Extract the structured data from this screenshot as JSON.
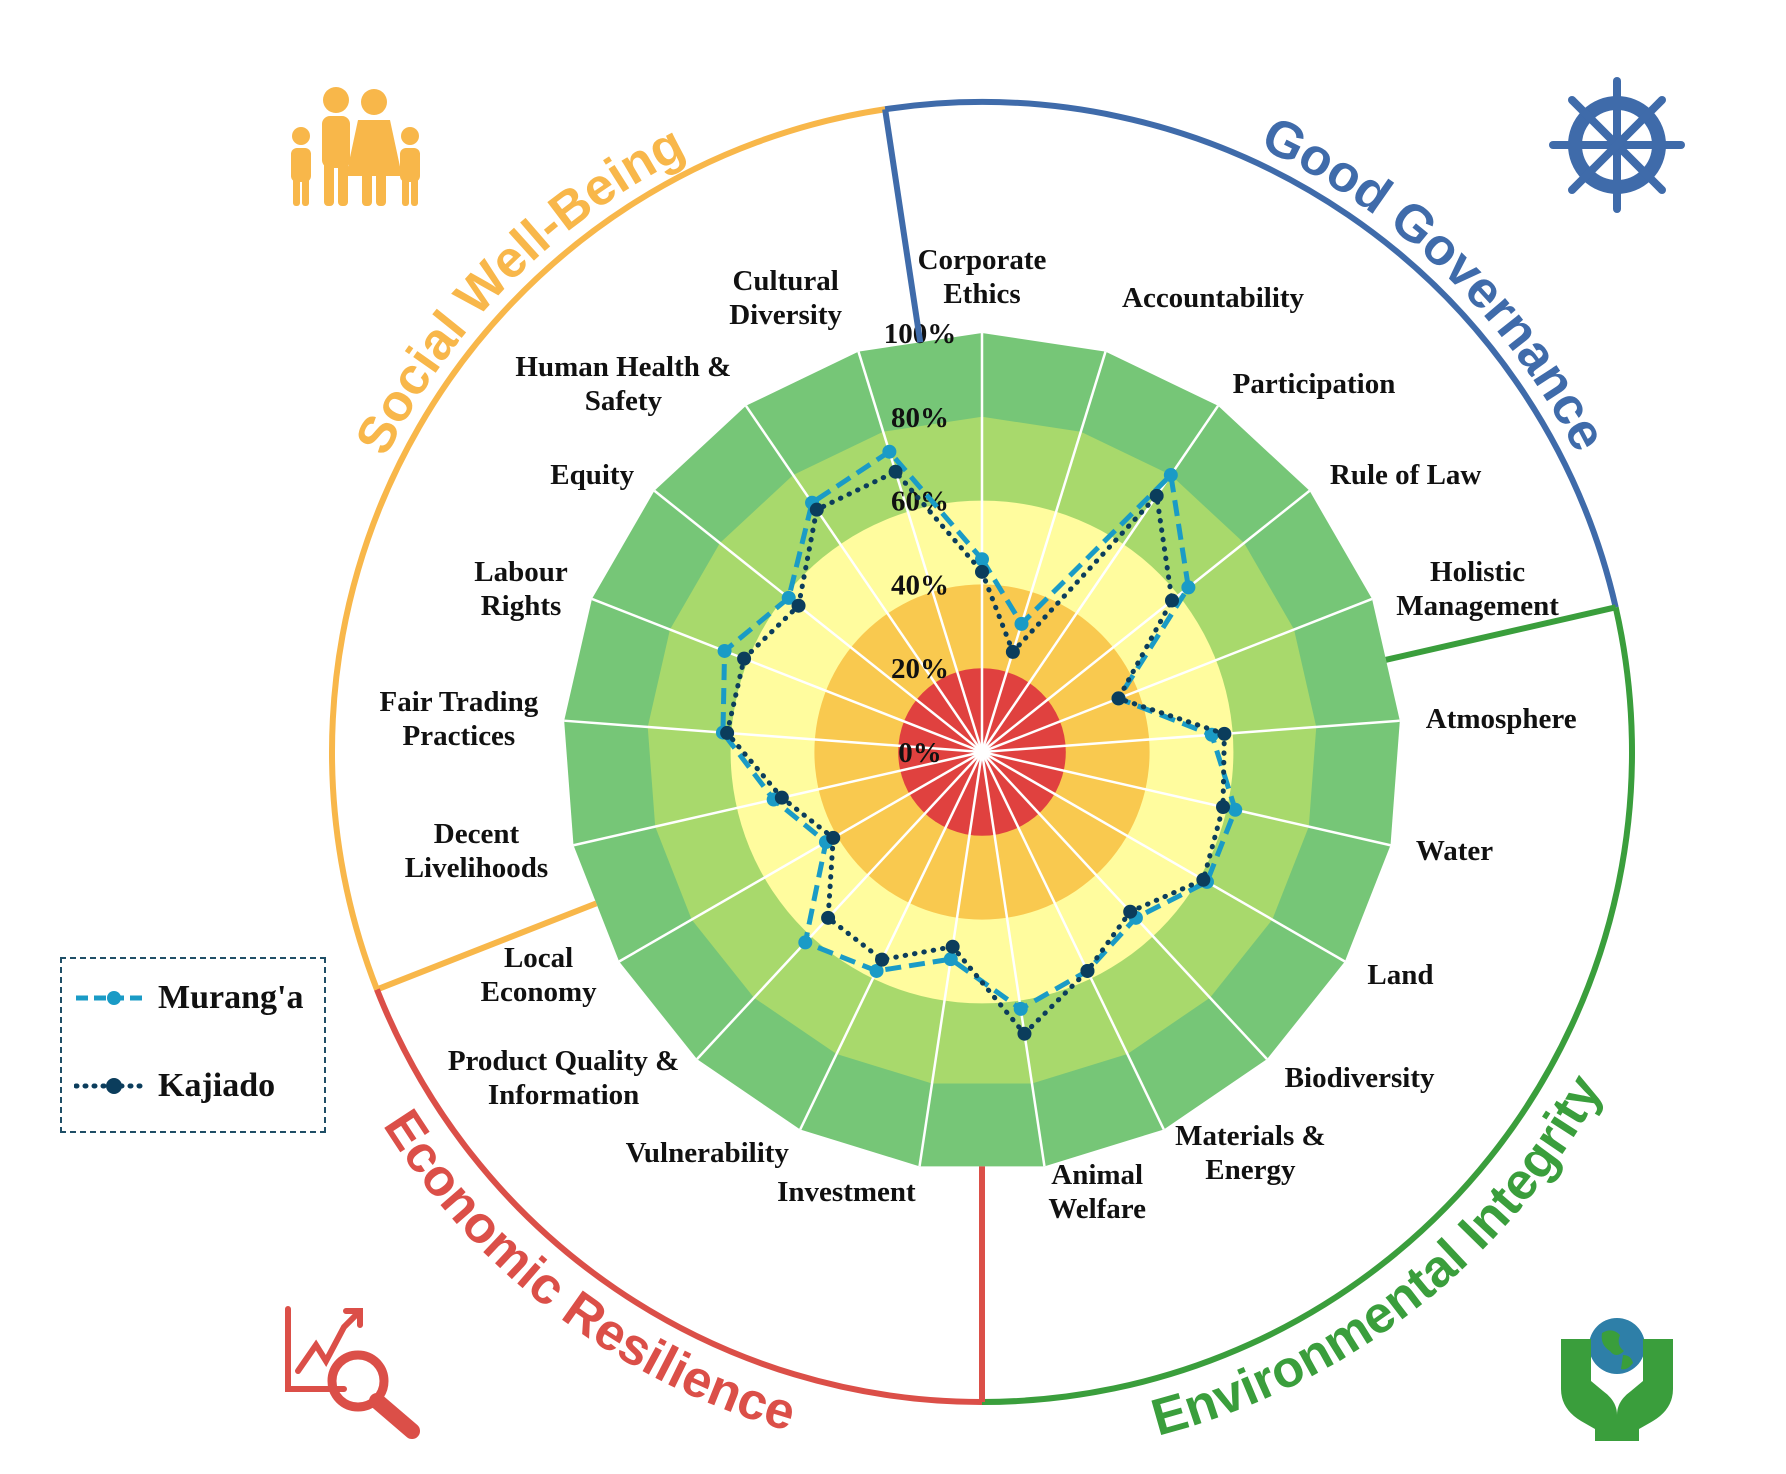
{
  "chart_data": {
    "type": "radar",
    "title": "",
    "rlim": [
      0,
      100
    ],
    "r_ticks": [
      "0%",
      "20%",
      "40%",
      "60%",
      "80%",
      "100%"
    ],
    "band_colors": [
      "#E0413F",
      "#F9C94F",
      "#FFFC9E",
      "#A8D96C",
      "#76C677"
    ],
    "categories": [
      [
        "Corporate",
        "Ethics"
      ],
      [
        "Accountability"
      ],
      [
        "Participation"
      ],
      [
        "Rule of Law"
      ],
      [
        "Holistic",
        "Management"
      ],
      [
        "Atmosphere"
      ],
      [
        "Water"
      ],
      [
        "Land"
      ],
      [
        "Biodiversity"
      ],
      [
        "Materials &",
        "Energy"
      ],
      [
        "Animal",
        "Welfare"
      ],
      [
        "Investment"
      ],
      [
        "Vulnerability"
      ],
      [
        "Product Quality &",
        "Information"
      ],
      [
        "Local",
        "Economy"
      ],
      [
        "Decent",
        "Livelihoods"
      ],
      [
        "Fair Trading",
        "Practices"
      ],
      [
        "Labour",
        "Rights"
      ],
      [
        "Equity"
      ],
      [
        "Human Health &",
        "Safety"
      ],
      [
        "Cultural",
        "Diversity"
      ]
    ],
    "series": [
      {
        "name": "Murang'a",
        "color": "#1A9BC6",
        "style": "dashed",
        "values": [
          46,
          32,
          80,
          63,
          35,
          55,
          62,
          62,
          54,
          58,
          62,
          50,
          58,
          62,
          43,
          51,
          62,
          66,
          59,
          72,
          75
        ]
      },
      {
        "name": "Kajiado",
        "color": "#0B3D5C",
        "style": "dotted",
        "values": [
          43,
          25,
          74,
          58,
          35,
          58,
          59,
          61,
          52,
          58,
          68,
          47,
          55,
          54,
          41,
          49,
          61,
          61,
          56,
          70,
          70
        ]
      }
    ],
    "sectors": [
      {
        "name": "Social Well-Being",
        "color": "#F8B74A",
        "icon": "family-icon",
        "from_index": 15,
        "to_index": 20
      },
      {
        "name": "Good Governance",
        "color": "#3F6BAA",
        "icon": "ship-wheel-icon",
        "from_index": 0,
        "to_index": 4
      },
      {
        "name": "Environmental Integrity",
        "color": "#3A9E3C",
        "icon": "hands-globe-icon",
        "from_index": 5,
        "to_index": 10
      },
      {
        "name": "Economic Resilience",
        "color": "#DB4F48",
        "icon": "chart-magnifier-icon",
        "from_index": 11,
        "to_index": 14
      }
    ],
    "legend": {
      "placement": "bottom-left"
    }
  }
}
